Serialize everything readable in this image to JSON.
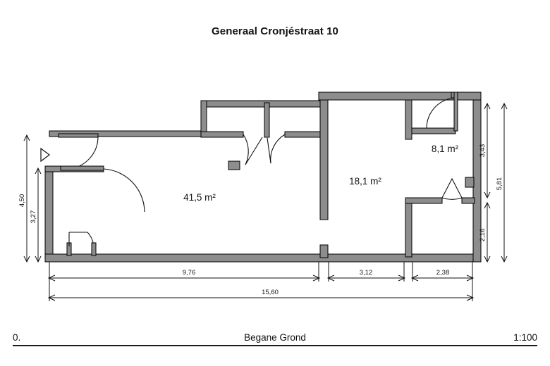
{
  "document": {
    "title": "Generaal Cronjéstraat 10",
    "drawing_type": "floor-plan"
  },
  "footer": {
    "page_number": "0.",
    "floor_name": "Begane Grond",
    "scale": "1:100"
  },
  "rooms": [
    {
      "name": "living-room",
      "area_label": "41,5 m²"
    },
    {
      "name": "middle-room",
      "area_label": "18,1 m²"
    },
    {
      "name": "back-room",
      "area_label": "8,1 m²"
    }
  ],
  "dimensions": {
    "left": [
      {
        "name": "left-outer-total",
        "value": "4,50"
      },
      {
        "name": "left-inner",
        "value": "3,27"
      }
    ],
    "bottom": [
      {
        "name": "bottom-segment-main",
        "value": "9,76"
      },
      {
        "name": "bottom-segment-mid",
        "value": "3,12"
      },
      {
        "name": "bottom-segment-right",
        "value": "2,38"
      },
      {
        "name": "bottom-overall-total",
        "value": "15,60"
      }
    ],
    "right": [
      {
        "name": "right-upper",
        "value": "3,43"
      },
      {
        "name": "right-lower",
        "value": "2,16"
      },
      {
        "name": "right-outer-total",
        "value": "5,81"
      }
    ]
  },
  "colors": {
    "wall_fill": "#8d8d8d",
    "wall_stroke": "#000000",
    "text": "#111111",
    "background": "#ffffff"
  },
  "markers": {
    "orientation_marker": "triangle-pointer-icon"
  }
}
